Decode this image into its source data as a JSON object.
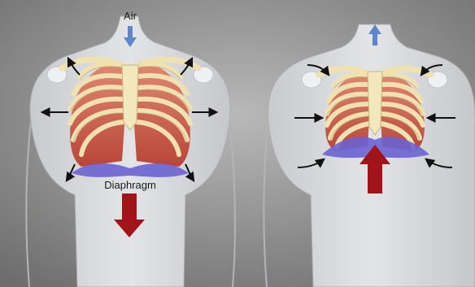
{
  "labels": {
    "air": "Air",
    "diaphragm": "Diaphragm"
  },
  "panels": [
    {
      "phase": "inhalation",
      "air_flow": "in",
      "diaphragm_motion": "down",
      "ribcage_motion": "expand"
    },
    {
      "phase": "exhalation",
      "air_flow": "out",
      "diaphragm_motion": "up",
      "ribcage_motion": "contract"
    }
  ],
  "colors": {
    "background": "#8c8c8c",
    "body": "#d7d8db",
    "lung": "#c95a48",
    "rib": "#efe2b0",
    "diaphragm": "#6a63d2",
    "big_arrow": "#a0141a",
    "air_arrow": "#5f86c8",
    "motion_arrow": "#111111"
  }
}
